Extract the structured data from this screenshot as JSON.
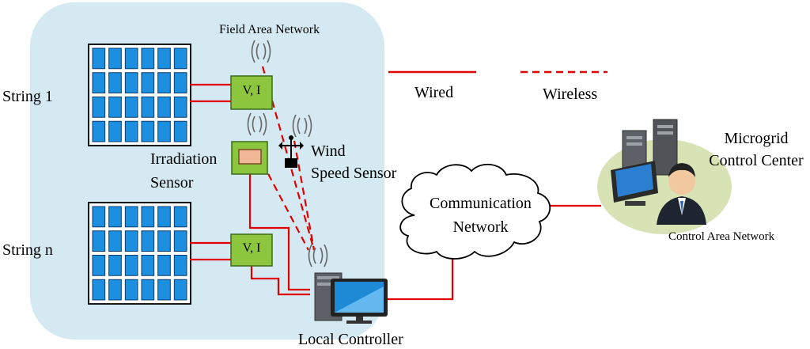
{
  "labels": {
    "field_area_network": "Field Area Network",
    "string_1": "String 1",
    "string_n": "String n",
    "vi_top": "V, I",
    "vi_bottom": "V, I",
    "irradiation_line1": "Irradiation",
    "irradiation_line2": "Sensor",
    "wind_line1": "Wind",
    "wind_line2": "Speed Sensor",
    "local_controller": "Local Controller",
    "communication_line1": "Communication",
    "communication_line2": "Network",
    "microgrid_line1": "Microgrid",
    "microgrid_line2": "Control Center",
    "control_area_network": "Control Area Network"
  },
  "legend": {
    "wired": "Wired",
    "wireless": "Wireless"
  },
  "colors": {
    "field_area_background": "#d4e9f1",
    "wire": "#e00000",
    "sensor_box": "#8cc63f",
    "panel_cell": "#1c8fe0",
    "control_center_background": "#d7e3b5"
  },
  "icons": {
    "solar_panels": "solar-panel-icon",
    "antenna": "antenna-signal-icon",
    "wind_sensor": "anemometer-icon",
    "local_controller": "desktop-computer-icon",
    "cloud": "cloud-icon",
    "control_center": "operator-workstation-icon"
  }
}
